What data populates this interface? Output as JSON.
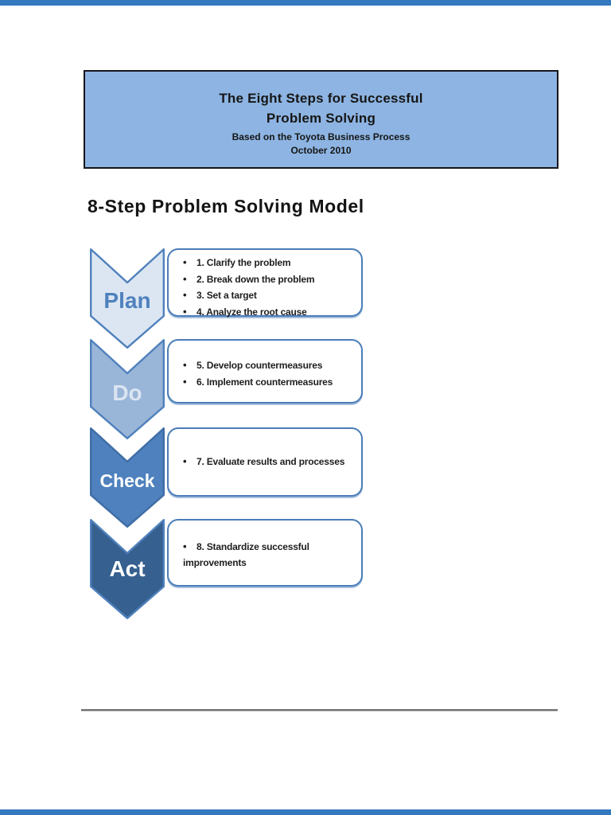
{
  "viewer": {
    "edge_bar_color": "#3478be"
  },
  "page": {
    "background": "#ffffff"
  },
  "header_box": {
    "background": "#8db4e2",
    "border_color": "#15151c",
    "title_line1": "The Eight Steps for Successful",
    "title_line2": "Problem Solving",
    "subtitle": "Based on the Toyota Business Process",
    "date": "October 2010"
  },
  "section_title": "8-Step Problem Solving Model",
  "diagram": {
    "accent": "#4f81bd",
    "box_border": "#4a7db8",
    "steps": [
      {
        "label": "Plan",
        "chevron_fill": "#dce6f2",
        "chevron_border": "#4f81bd",
        "label_color": "#4f81bd",
        "items": [
          "1. Clarify the problem",
          "2. Break down the problem",
          "3. Set a target",
          "4. Analyze the root cause"
        ]
      },
      {
        "label": "Do",
        "chevron_fill": "#99b5d8",
        "chevron_border": "#4f81bd",
        "label_color": "#dbe5f1",
        "items": [
          "5. Develop countermeasures",
          "6. Implement countermeasures"
        ]
      },
      {
        "label": "Check",
        "chevron_fill": "#4e81bd",
        "chevron_border": "#3f6da6",
        "label_color": "#ffffff",
        "items": [
          "7. Evaluate results and processes"
        ]
      },
      {
        "label": "Act",
        "chevron_fill": "#36608f",
        "chevron_border": "#4f81bd",
        "label_color": "#ffffff",
        "items": [
          "8. Standardize successful improvements"
        ]
      }
    ]
  },
  "divider": {
    "color": "#6f6f6f"
  }
}
